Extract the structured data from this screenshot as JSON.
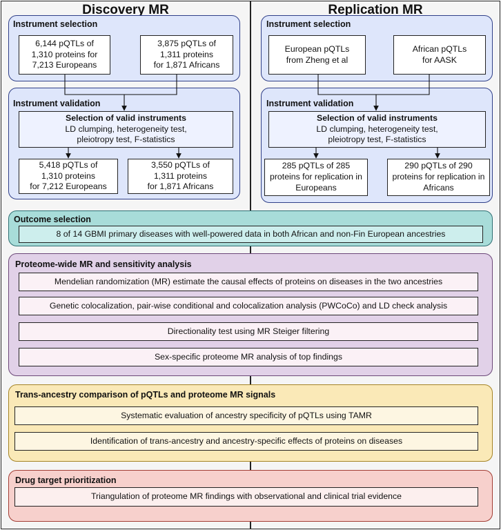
{
  "discovery": {
    "title": "Discovery MR",
    "instrument_selection": {
      "title": "Instrument selection",
      "europeans": "6,144 pQTLs of 1,310 proteins for 7,213 Europeans",
      "africans": "3,875 pQTLs of 1,311 proteins for 1,871 Africans",
      "europeans_l1": "6,144 pQTLs of",
      "europeans_l2": "1,310 proteins for",
      "europeans_l3": "7,213 Europeans",
      "africans_l1": "3,875 pQTLs of",
      "africans_l2": "1,311 proteins",
      "africans_l3": "for 1,871 Africans"
    },
    "instrument_validation": {
      "title": "Instrument validation",
      "selection_title": "Selection of valid instruments",
      "selection_l1": "LD clumping, heterogeneity test,",
      "selection_l2": "pleiotropy test, F-statistics",
      "europeans_l1": "5,418 pQTLs of",
      "europeans_l2": "1,310 proteins",
      "europeans_l3": "for 7,212 Europeans",
      "africans_l1": "3,550 pQTLs of",
      "africans_l2": "1,311 proteins",
      "africans_l3": "for 1,871 Africans"
    }
  },
  "replication": {
    "title": "Replication MR",
    "instrument_selection": {
      "title": "Instrument selection",
      "europeans_l1": "European pQTLs",
      "europeans_l2": "from Zheng et al",
      "africans_l1": "African pQTLs",
      "africans_l2": "for AASK"
    },
    "instrument_validation": {
      "title": "Instrument validation",
      "selection_title": "Selection of valid instruments",
      "selection_l1": "LD clumping, heterogeneity test,",
      "selection_l2": "pleiotropy test, F-statistics",
      "europeans_l1": "285 pQTLs of 285",
      "europeans_l2": "proteins for replication in",
      "europeans_l3": "Europeans",
      "africans_l1": "290 pQTLs of 290",
      "africans_l2": "proteins for replication in",
      "africans_l3": "Africans"
    }
  },
  "outcome_selection": {
    "title": "Outcome selection",
    "item": "8 of 14 GBMI primary diseases with well-powered data in both African and non-Fin European ancestries"
  },
  "proteome_mr": {
    "title": "Proteome-wide MR and sensitivity analysis",
    "items": [
      "Mendelian randomization (MR) estimate the causal effects of proteins on diseases in the two ancestries",
      "Genetic colocalization, pair-wise conditional and colocalization analysis (PWCoCo) and LD check analysis",
      "Directionality test using MR Steiger filtering",
      "Sex-specific proteome MR analysis of top findings"
    ]
  },
  "trans_ancestry": {
    "title": "Trans-ancestry comparison of pQTLs and proteome MR signals",
    "items": [
      "Systematic evaluation of ancestry specificity of pQTLs using TAMR",
      "Identification of trans-ancestry and ancestry-specific effects of proteins on diseases"
    ]
  },
  "drug_target": {
    "title": "Drug target prioritization",
    "items": [
      "Triangulation of proteome MR findings with observational and clinical trial evidence"
    ]
  },
  "colors": {
    "blue_panel": "#dee6fb",
    "teal_panel": "#a8dcd9",
    "purple_panel": "#e1d1e8",
    "yellow_panel": "#fae9b7",
    "red_panel": "#f7d0cc"
  }
}
